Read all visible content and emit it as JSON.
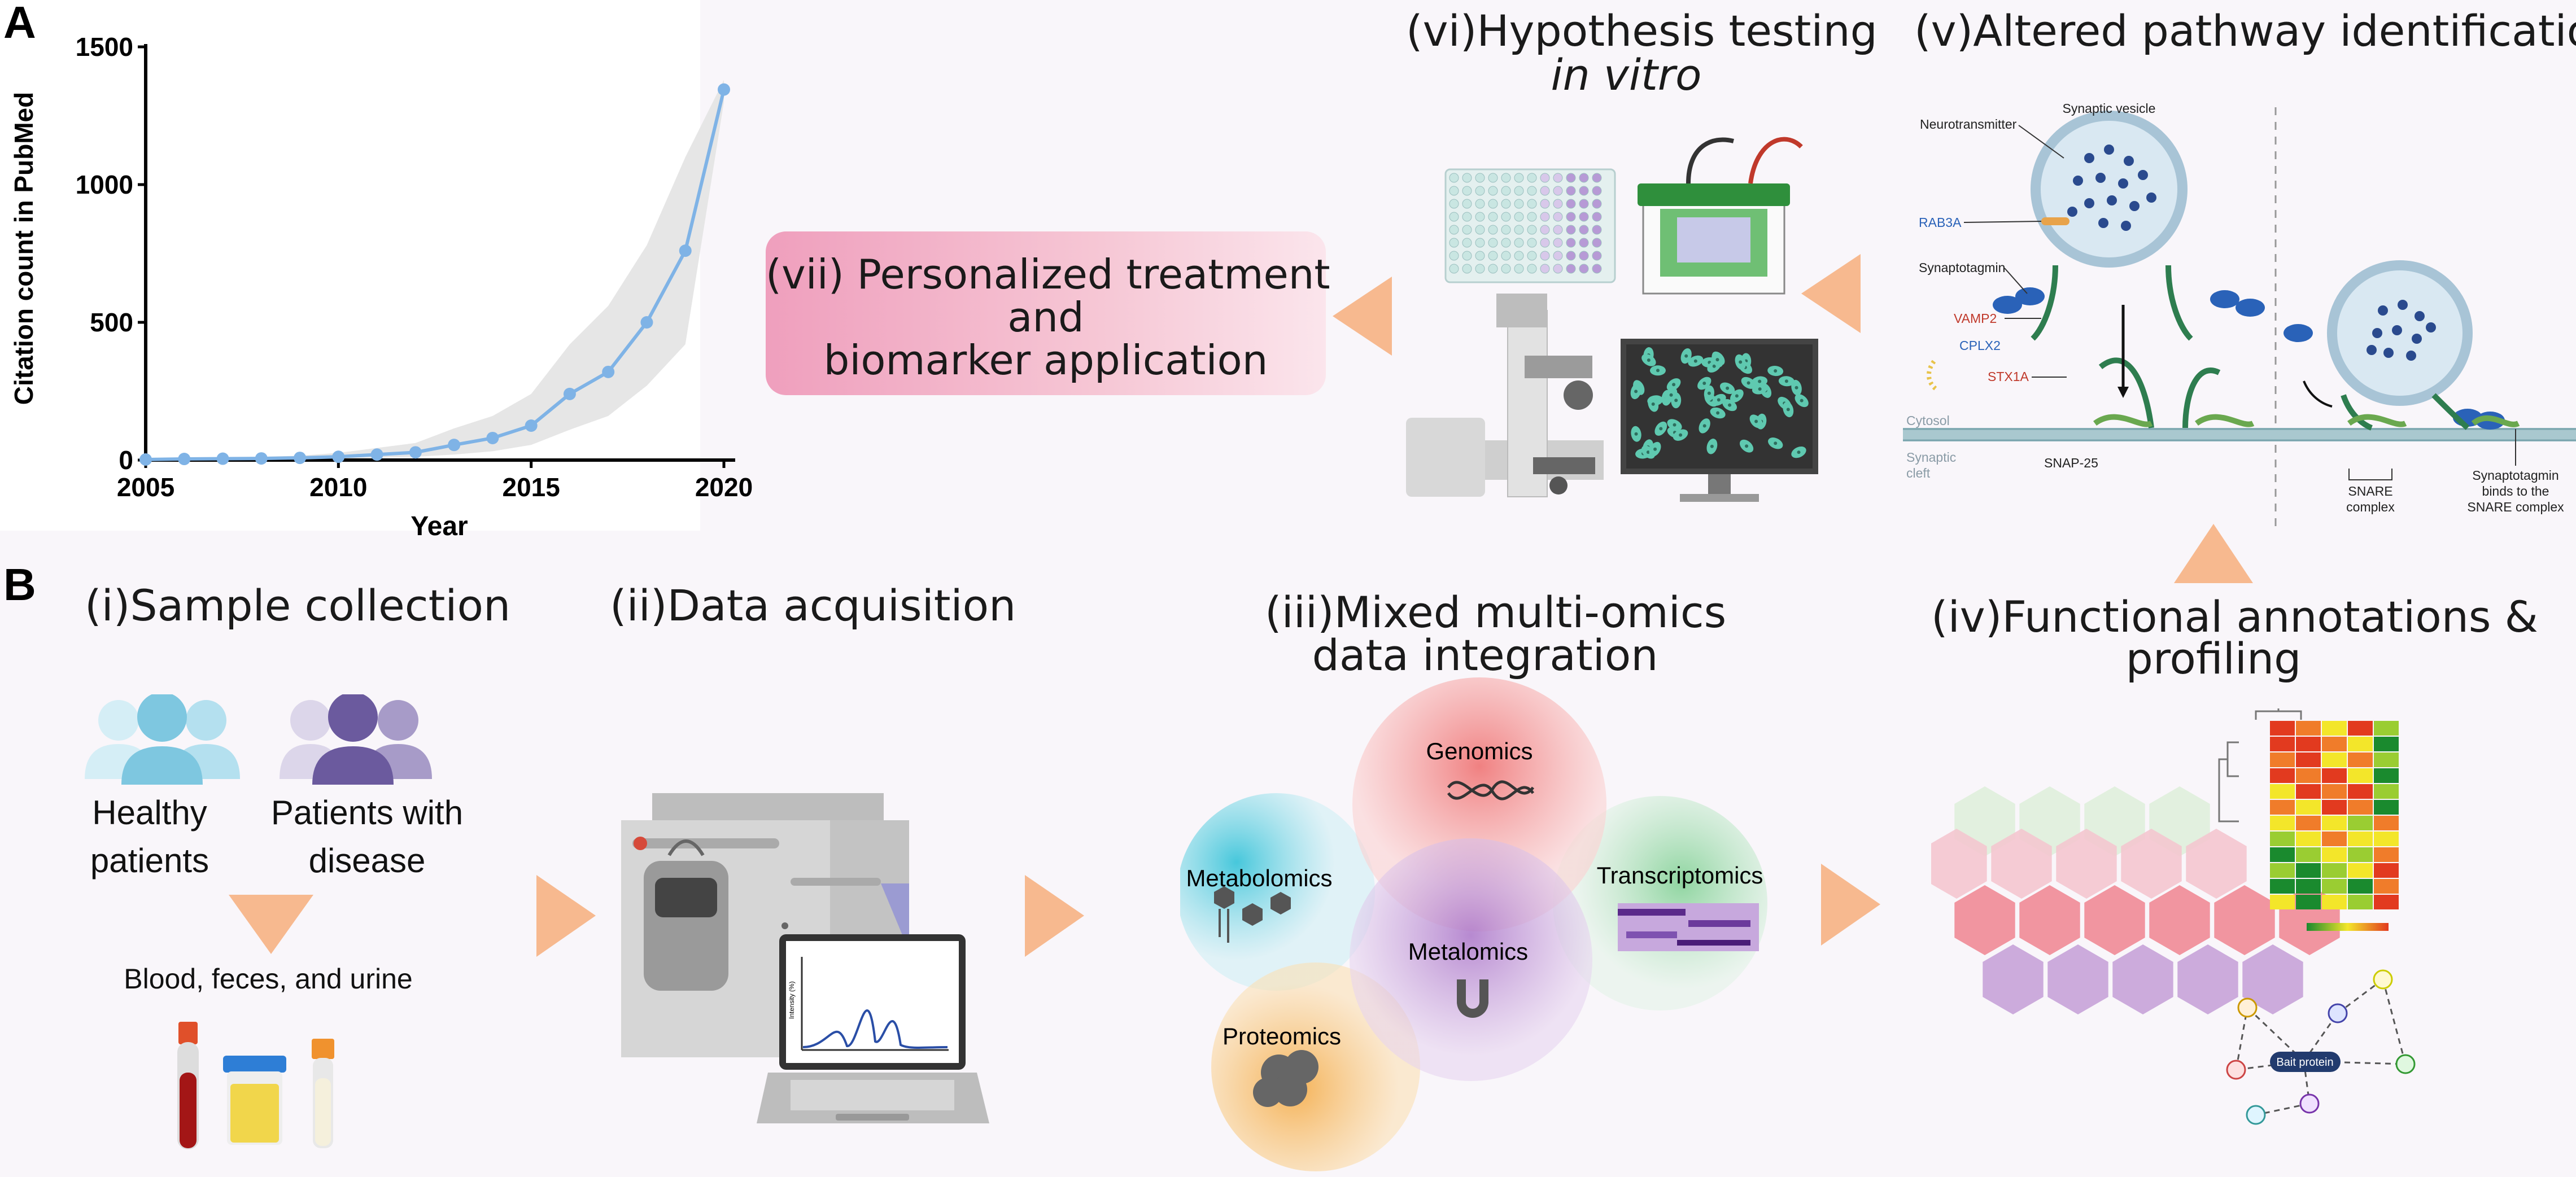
{
  "panels": {
    "a": "A",
    "b": "B"
  },
  "chart": {
    "ylabel": "Citation count in PubMed",
    "xlabel": "Year"
  },
  "chart_data": {
    "type": "line",
    "x": [
      2005,
      2006,
      2007,
      2008,
      2009,
      2010,
      2011,
      2012,
      2013,
      2014,
      2015,
      2016,
      2017,
      2018,
      2019,
      2020
    ],
    "series": [
      {
        "values": [
          2,
          4,
          5,
          6,
          8,
          12,
          20,
          28,
          55,
          80,
          125,
          240,
          320,
          500,
          760,
          1345
        ]
      }
    ],
    "ci_upper": [
      4,
      8,
      10,
      12,
      16,
      26,
      44,
      62,
      115,
      160,
      240,
      420,
      560,
      780,
      1100,
      1380
    ],
    "ci_lower": [
      0,
      1,
      2,
      2,
      3,
      5,
      8,
      12,
      20,
      32,
      55,
      110,
      160,
      270,
      420,
      1300
    ],
    "xlim": [
      2005,
      2020
    ],
    "ylim": [
      0,
      1500
    ],
    "xticks": [
      2005,
      2010,
      2015,
      2020
    ],
    "yticks": [
      0,
      500,
      1000,
      1500
    ],
    "xlabel": "Year",
    "ylabel": "Citation count in PubMed",
    "color": "#7fb3e6",
    "band_color": "#e6e6e6"
  },
  "stages": {
    "s1": "(i)Sample collection",
    "s2": "(ii)Data acquisition",
    "s3a": "(iii)Mixed multi-omics",
    "s3b": "data integration",
    "s4a": "(iv)Functional annotations &",
    "s4b": "profiling",
    "s5": "(v)Altered pathway identification",
    "s6a": "(vi)Hypothesis testing",
    "s6b": "in vitro",
    "s7a": "(vii) Personalized treatment",
    "s7b": "and",
    "s7c": "biomarker application"
  },
  "samples": {
    "healthy_a": "Healthy",
    "healthy_b": "patients",
    "patients_a": "Patients with",
    "patients_b": "disease",
    "sources": "Blood, feces, and urine"
  },
  "omics": {
    "genomics": "Genomics",
    "metabolomics": "Metabolomics",
    "transcriptomics": "Transcriptomics",
    "metalomics": "Metalomics",
    "proteomics": "Proteomics"
  },
  "spectrum": {
    "ylabel": "Intensity (%)"
  },
  "network": {
    "bait": "Bait protein"
  },
  "pathway": {
    "synaptic_vesicle": "Synaptic vesicle",
    "neurotransmitter": "Neurotransmitter",
    "rab3a": "RAB3A",
    "synaptotagmin": "Synaptotagmin",
    "vamp2": "VAMP2",
    "cplx2": "CPLX2",
    "stx1a": "STX1A",
    "cytosol": "Cytosol",
    "synaptic_cleft_a": "Synaptic",
    "synaptic_cleft_b": "cleft",
    "snap25": "SNAP-25",
    "snare_a": "SNARE",
    "snare_b": "complex",
    "binds_a": "Synaptotagmin",
    "binds_b": "binds to the",
    "binds_c": "SNARE complex"
  },
  "colors": {
    "arrow": "#f7b98f",
    "line": "#7fb3e6",
    "treatment_box": "#f3bcd0",
    "healthy": "#7ec7e0",
    "patients": "#6b5a9e",
    "genomics": "#f08080",
    "metabolomics": "#3fc5d6",
    "transcriptomics": "#8fd19e",
    "metalomics": "#b07cc6",
    "proteomics": "#f5b75c"
  }
}
